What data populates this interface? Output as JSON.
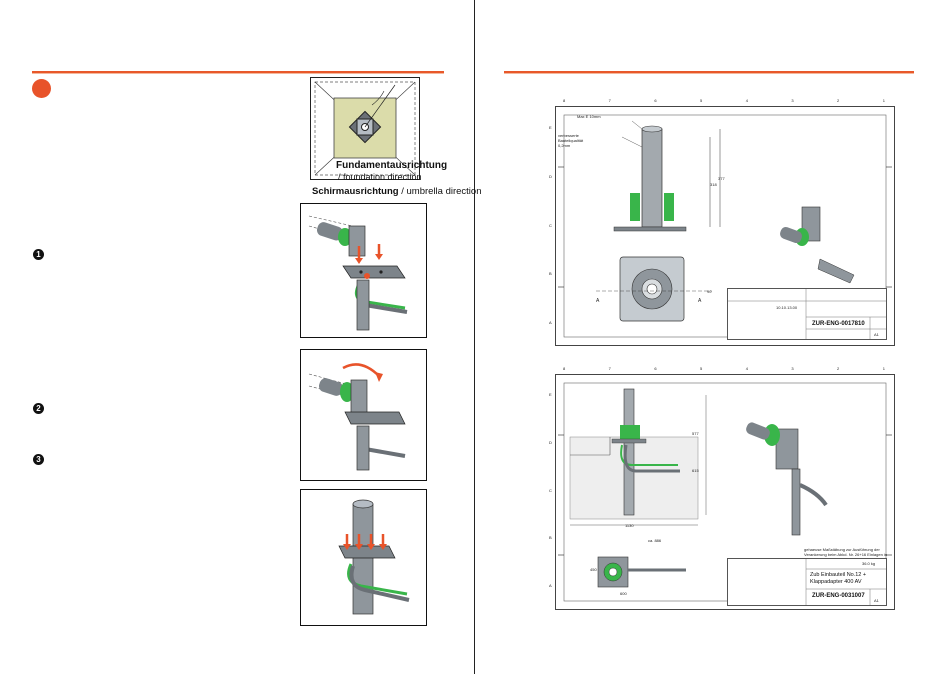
{
  "left_page": {
    "orientation_diagram": {
      "foundation_label_de": "Fundamentausrichtung",
      "foundation_label_en": "/ foundation direction",
      "umbrella_label_de": "Schirmausrichtung",
      "umbrella_label_en": "/ umbrella direction"
    },
    "steps": [
      "1",
      "2",
      "3"
    ]
  },
  "right_page": {
    "drawing1": {
      "note1": "Max E 10mm",
      "note2": "verbesserte Bauteilqualität 0,2mm",
      "section_label": "A",
      "dim_total": "377",
      "dim_partial": "318",
      "dim_side": "90",
      "drawing_number": "ZUR-ENG-0017810",
      "date": "10.10.13.00",
      "sheet": "A1",
      "zone_numbers": [
        "8",
        "7",
        "6",
        "5",
        "4",
        "3",
        "2",
        "1"
      ],
      "zone_letters": [
        "E",
        "D",
        "C",
        "B",
        "A"
      ]
    },
    "drawing2": {
      "note": "gehaeuse Maßstäbung zur Ausführung der Verankerung beim Abkd. Nr. 26+16 Einlagen in 2x2 units",
      "dim_depth": "577",
      "dim_below": "615",
      "dim_width": "1130",
      "dim_top": "ca. 886",
      "dim_small": "450",
      "dim_foot": "600",
      "weight": "36.0 kg",
      "title_line1": "Zub Einbauteil No.12 +",
      "title_line2": "Klappadapter 400 AV",
      "drawing_number": "ZUR-ENG-0031007",
      "sheet": "A1",
      "zone_numbers": [
        "8",
        "7",
        "6",
        "5",
        "4",
        "3",
        "2",
        "1"
      ],
      "zone_letters": [
        "E",
        "D",
        "C",
        "B",
        "A"
      ]
    }
  },
  "colors": {
    "accent_orange": "#e8532a",
    "green_part": "#39b54a",
    "metal": "#8f969c"
  }
}
